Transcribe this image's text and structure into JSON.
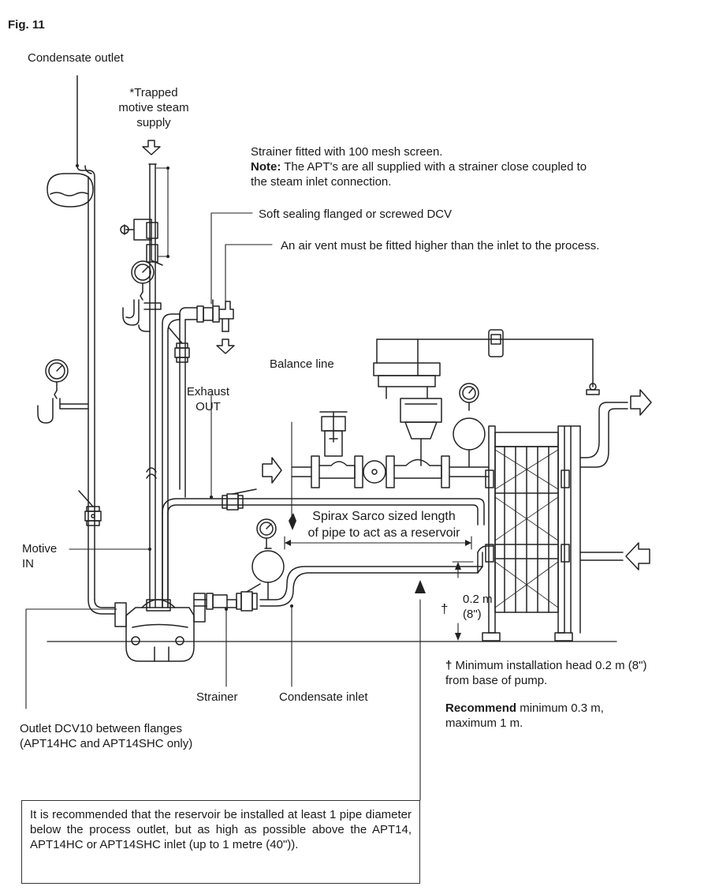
{
  "figure_label": "Fig. 11",
  "labels": {
    "condensate_outlet": "Condensate outlet",
    "trapped_steam_1": "*Trapped",
    "trapped_steam_2": "motive steam",
    "trapped_steam_3": "supply",
    "strainer_note_line1": "Strainer fitted with 100 mesh screen.",
    "note_prefix": "Note:",
    "note_line2": "The APT's are all supplied with a strainer close coupled to",
    "note_line3": "the steam inlet connection.",
    "soft_sealing": "Soft sealing flanged or screwed DCV",
    "air_vent": "An air vent must be fitted higher than the inlet to the process.",
    "balance_line": "Balance line",
    "exhaust_1": "Exhaust",
    "exhaust_2": "OUT",
    "reservoir_1": "Spirax Sarco sized length",
    "reservoir_2": "of pipe to act as a reservoir",
    "motive_1": "Motive",
    "motive_2": "IN",
    "height_m": "0.2 m",
    "height_in": "(8\")",
    "dagger": "†",
    "strainer": "Strainer",
    "condensate_inlet": "Condensate inlet",
    "outlet_dcv_1": "Outlet DCV10 between flanges",
    "outlet_dcv_2": "(APT14HC and APT14SHC only)",
    "min_head_1": "Minimum installation head 0.2 m (8\")",
    "min_head_2": "from base of pump.",
    "recommend_prefix": "Recommend",
    "recommend_1": "minimum 0.3 m,",
    "recommend_2": "maximum 1 m."
  },
  "note_box": "It is recommended that the reservoir be installed at least 1 pipe diameter below the process outlet, but as high as possible above the APT14, APT14HC or APT14SHC inlet (up to 1 metre (40\"))."
}
